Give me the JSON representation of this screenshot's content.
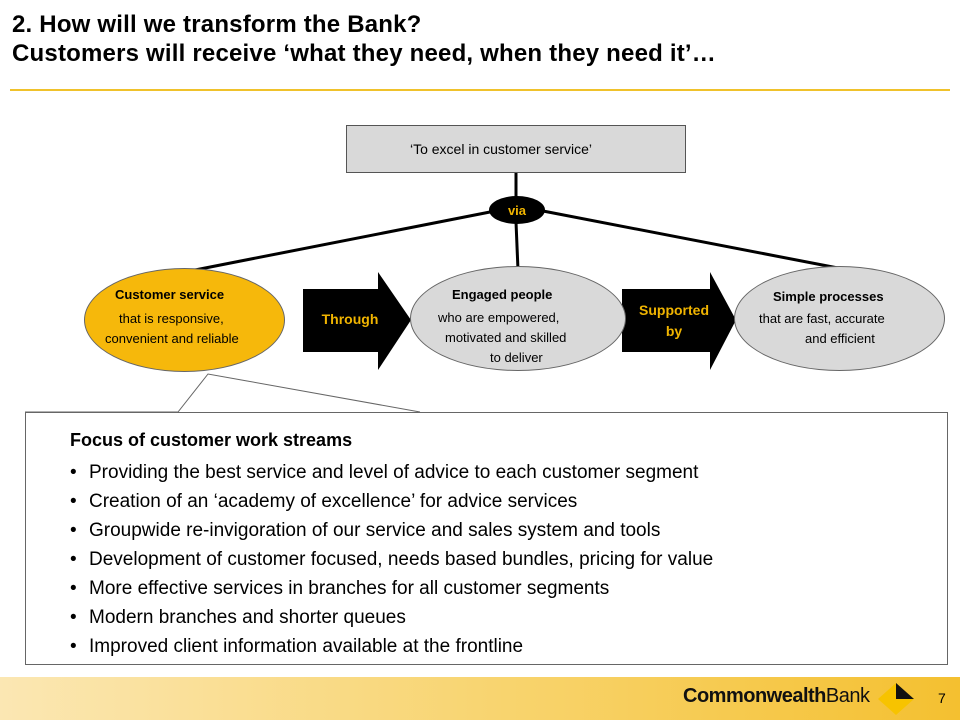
{
  "title": {
    "line1": "2. How will we transform the Bank?",
    "line2": "Customers will receive ‘what they need, when they need it’…"
  },
  "goal": "‘To excel in customer service’",
  "via": "via",
  "customer_service": {
    "head": "Customer  service",
    "line1": "that is responsive,",
    "line2": "convenient  and reliable"
  },
  "through": "Through",
  "engaged_people": {
    "head": "Engaged  people",
    "line1": "who are empowered,",
    "line2": "motivated and skilled",
    "line3": "to deliver"
  },
  "supported_by": {
    "line1": "Supported",
    "line2": "by"
  },
  "simple_processes": {
    "head": "Simple processes",
    "line1": "that are fast, accurate",
    "line2": "and efficient"
  },
  "focus": {
    "title": "Focus of customer work streams",
    "items": [
      "Providing the best service and level of advice to each customer segment",
      "Creation of an ‘academy of excellence’ for advice services",
      "Groupwide re-invigoration of our service and sales system and tools",
      "Development of customer focused, needs based bundles, pricing for value",
      "More effective services in branches for all customer segments",
      "Modern branches and shorter queues",
      "Improved client information available at the frontline"
    ]
  },
  "footer": {
    "brand_bold": "Commonwealth",
    "brand_light": "Bank",
    "page_number": "7"
  },
  "colors": {
    "accent_gold": "#f0b400",
    "oval_gold": "#f6b80b",
    "grey": "#d9d9d9"
  }
}
